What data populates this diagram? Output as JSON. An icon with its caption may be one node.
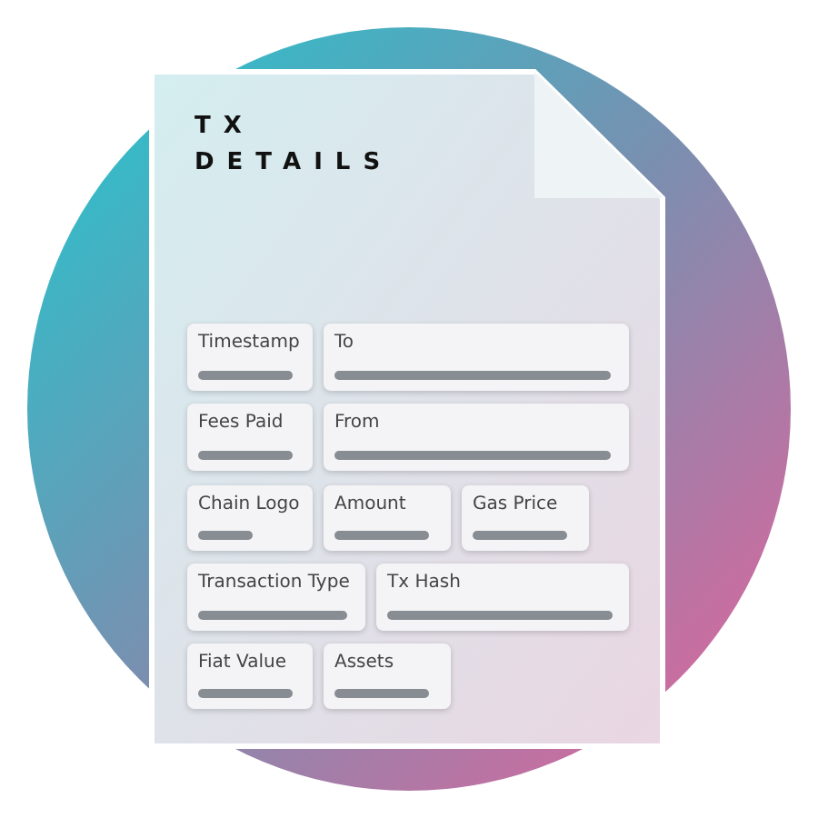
{
  "diagram": {
    "nodes": [
      {
        "text": [
          "TX DETAILS"
        ]
      },
      {
        "text": [
          "Timestamp"
        ],
        "in": 0
      },
      {
        "text": [
          "To"
        ],
        "in": 0
      },
      {
        "text": [
          "Fees Paid"
        ],
        "in": 0
      },
      {
        "text": [
          "From"
        ],
        "in": 0
      },
      {
        "text": [
          "Chain Logo"
        ],
        "in": 0
      },
      {
        "text": [
          "Amount"
        ],
        "in": 0
      },
      {
        "text": [
          "Gas Price"
        ],
        "in": 0
      },
      {
        "text": [
          "Transaction Type"
        ],
        "in": 0
      },
      {
        "text": [
          "Tx Hash"
        ],
        "in": 0
      },
      {
        "text": [
          "Fiat Value"
        ],
        "in": 0
      },
      {
        "text": [
          "Assets"
        ],
        "in": 0
      }
    ],
    "edges": []
  }
}
